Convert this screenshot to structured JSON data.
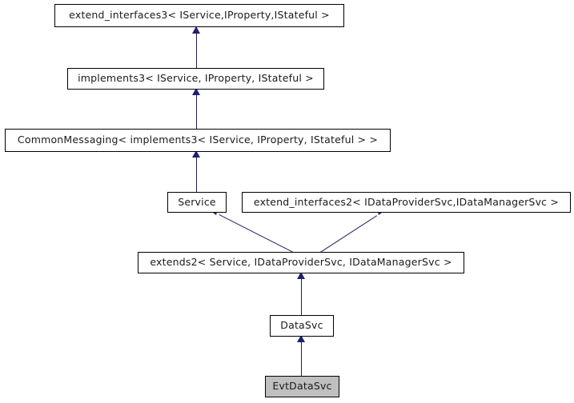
{
  "diagram": {
    "type": "uml-class-inheritance",
    "title": "EvtDataSvc inheritance diagram",
    "colors": {
      "box_border": "#000000",
      "box_fill": "#ffffff",
      "highlight_fill": "#bfbfbf",
      "edge": "#1f1f6e",
      "text": "#1a1a1a",
      "background": "#ffffff"
    },
    "nodes": [
      {
        "id": "extend_interfaces3",
        "label": "extend_interfaces3< IService,IProperty,IStateful >",
        "highlighted": false
      },
      {
        "id": "implements3",
        "label": "implements3< IService, IProperty, IStateful >",
        "highlighted": false
      },
      {
        "id": "commonmessaging",
        "label": "CommonMessaging< implements3< IService, IProperty, IStateful > >",
        "highlighted": false
      },
      {
        "id": "service",
        "label": "Service",
        "highlighted": false
      },
      {
        "id": "extend_interfaces2",
        "label": "extend_interfaces2< IDataProviderSvc,IDataManagerSvc >",
        "highlighted": false
      },
      {
        "id": "extends2",
        "label": "extends2< Service, IDataProviderSvc, IDataManagerSvc >",
        "highlighted": false
      },
      {
        "id": "datasvc",
        "label": "DataSvc",
        "highlighted": false
      },
      {
        "id": "evtdatasvc",
        "label": "EvtDataSvc",
        "highlighted": true
      }
    ],
    "edges": [
      {
        "from": "implements3",
        "to": "extend_interfaces3",
        "kind": "inheritance"
      },
      {
        "from": "commonmessaging",
        "to": "implements3",
        "kind": "inheritance"
      },
      {
        "from": "service",
        "to": "commonmessaging",
        "kind": "inheritance"
      },
      {
        "from": "extends2",
        "to": "service",
        "kind": "inheritance"
      },
      {
        "from": "extends2",
        "to": "extend_interfaces2",
        "kind": "inheritance"
      },
      {
        "from": "datasvc",
        "to": "extends2",
        "kind": "inheritance"
      },
      {
        "from": "evtdatasvc",
        "to": "datasvc",
        "kind": "inheritance"
      }
    ]
  }
}
